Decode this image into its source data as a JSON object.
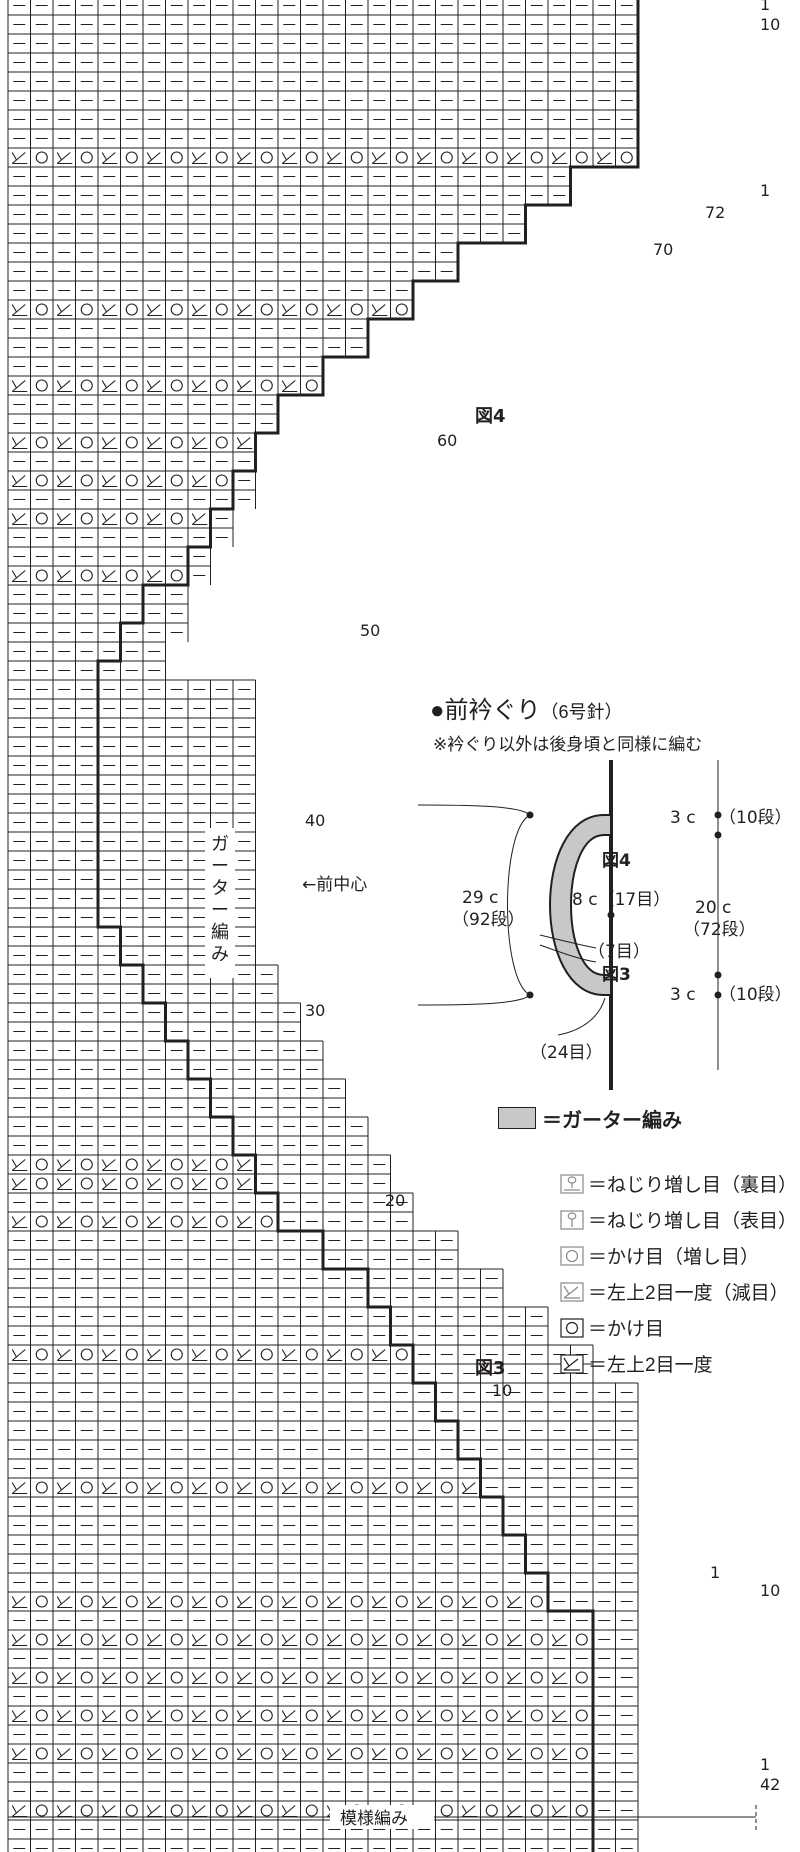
{
  "chart": {
    "row_numbers_left": {
      "r10": "10",
      "r20": "20",
      "r30": "30",
      "r40": "40",
      "r50": "50",
      "r60": "60",
      "r70": "70",
      "r72": "72",
      "one_top": "1",
      "one_mid": "1",
      "one_bot": "1",
      "one_lower": "1"
    },
    "row_numbers_right": {
      "top_one": "1",
      "top_ten": "10",
      "ten": "10",
      "fortytwo": "42"
    },
    "labels": {
      "fig4": "図4",
      "fig3": "図3",
      "garter": [
        "ガ",
        "ー",
        "タ",
        "ー",
        "編",
        "み"
      ],
      "front_center": "←前中心",
      "pattern": "模様編み"
    }
  },
  "panel": {
    "bullet": "●",
    "title": "前衿ぐり",
    "needle": "（6号針）",
    "note": "※衿ぐり以外は後身頃と同様に編む",
    "dims": {
      "top_right": "3 c",
      "top_right_rows": "（10段）",
      "fig4": "図4",
      "mid_right": "20 c",
      "mid_right_rows": "（72段）",
      "center": "8 c（17目）",
      "seven": "（7目）",
      "fig3": "図3",
      "left": "29 c",
      "left_rows": "（92段）",
      "bot_right": "3 c",
      "bot_right_rows": "（10段）",
      "bottom": "（24目）"
    },
    "garter_key": "＝ガーター編み",
    "legend": [
      {
        "icon": "twist-increase-purl-icon",
        "text": "＝ねじり増し目（裏目）"
      },
      {
        "icon": "twist-increase-knit-icon",
        "text": "＝ねじり増し目（表目）"
      },
      {
        "icon": "yarn-over-increase-icon",
        "text": "＝かけ目（増し目）"
      },
      {
        "icon": "k2tog-decrease-icon",
        "text": "＝左上2目一度（減目）"
      },
      {
        "icon": "yarn-over-icon",
        "text": "＝かけ目"
      },
      {
        "icon": "k2tog-icon",
        "text": "＝左上2目一度"
      }
    ]
  },
  "colors": {
    "ink": "#231f20",
    "garter_fill": "#c8c8c8",
    "grey_symbol": "#8a8a8a"
  }
}
